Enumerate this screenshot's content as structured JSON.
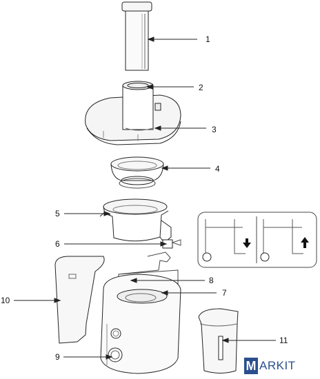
{
  "callouts": [
    {
      "id": "lid-pusher",
      "label": "1"
    },
    {
      "id": "feed-tube",
      "label": "2"
    },
    {
      "id": "cover",
      "label": "3"
    },
    {
      "id": "filter-basket",
      "label": "4"
    },
    {
      "id": "pulp-bowl",
      "label": "5"
    },
    {
      "id": "spout",
      "label": "6"
    },
    {
      "id": "motor-base",
      "label": "7"
    },
    {
      "id": "locking-arm",
      "label": "8"
    },
    {
      "id": "speed-knob",
      "label": "9"
    },
    {
      "id": "pulp-container",
      "label": "10"
    },
    {
      "id": "juice-jug",
      "label": "11"
    }
  ],
  "logo": {
    "initial": "M",
    "rest": "ARKIT"
  },
  "colors": {
    "line": "#222222",
    "logo": "#2a4f8e"
  }
}
